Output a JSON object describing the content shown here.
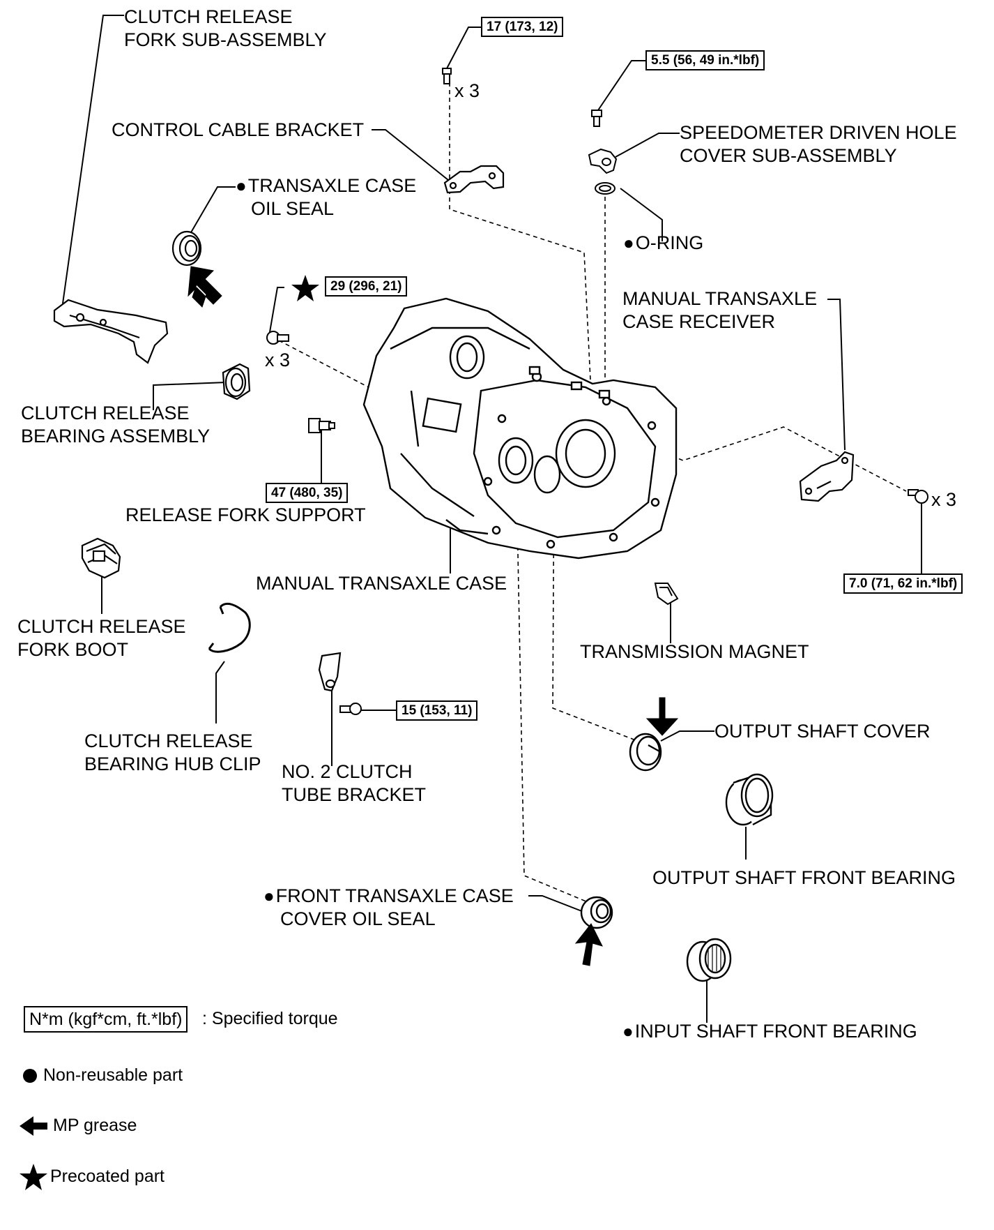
{
  "labels": {
    "clutch_release_fork": [
      "CLUTCH RELEASE",
      "FORK SUB-ASSEMBLY"
    ],
    "control_cable_bracket": "CONTROL CABLE BRACKET",
    "transaxle_case_oil_seal": [
      "TRANSAXLE CASE",
      "OIL SEAL"
    ],
    "speedometer_cover": [
      "SPEEDOMETER DRIVEN HOLE",
      "COVER SUB-ASSEMBLY"
    ],
    "o_ring": "O-RING",
    "case_receiver": [
      "MANUAL TRANSAXLE",
      "CASE RECEIVER"
    ],
    "release_bearing": [
      "CLUTCH RELEASE",
      "BEARING ASSEMBLY"
    ],
    "release_fork_support": "RELEASE FORK SUPPORT",
    "manual_transaxle_case": "MANUAL TRANSAXLE CASE",
    "fork_boot": [
      "CLUTCH RELEASE",
      "FORK BOOT"
    ],
    "transmission_magnet": "TRANSMISSION MAGNET",
    "hub_clip": [
      "CLUTCH RELEASE",
      "BEARING HUB CLIP"
    ],
    "tube_bracket": [
      "NO. 2 CLUTCH",
      "TUBE BRACKET"
    ],
    "output_shaft_cover": "OUTPUT SHAFT COVER",
    "output_shaft_front_bearing": "OUTPUT SHAFT FRONT BEARING",
    "front_case_cover_oil_seal": [
      "FRONT TRANSAXLE CASE",
      "COVER OIL SEAL"
    ],
    "input_shaft_front_bearing": "INPUT SHAFT FRONT BEARING"
  },
  "torques": {
    "t17": "17 (173, 12)",
    "t5_5": "5.5 (56, 49 in.*lbf)",
    "t29": "29 (296, 21)",
    "t47": "47 (480, 35)",
    "t7_0": "7.0 (71, 62 in.*lbf)",
    "t15": "15 (153, 11)"
  },
  "quantities": {
    "q_top": "x 3",
    "q_left": "x 3",
    "q_right": "x 3"
  },
  "symbols": {
    "non_reusable": "●",
    "precoated": "★"
  },
  "legend": {
    "torque_unit": "N*m (kgf*cm, ft.*lbf)",
    "torque_desc": ": Specified torque",
    "non_reusable": "Non-reusable part",
    "mp_grease": "MP grease",
    "precoated": "Precoated part"
  }
}
